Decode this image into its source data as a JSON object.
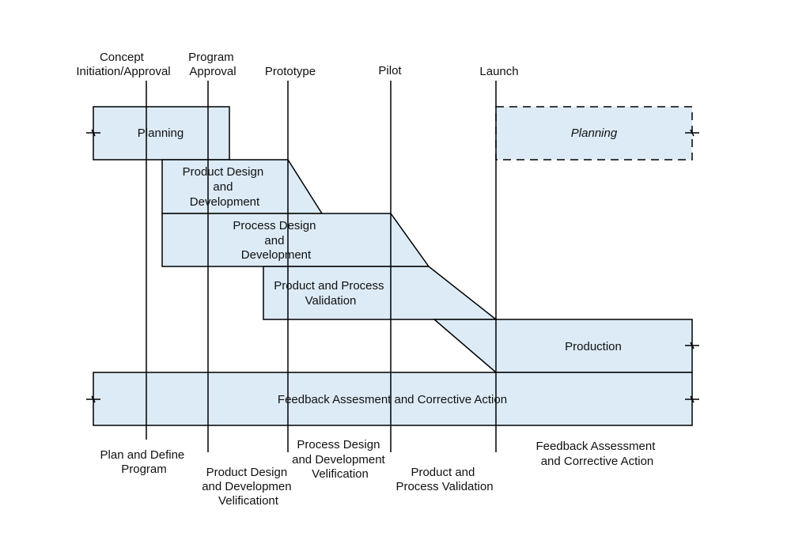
{
  "colors": {
    "fill": "#dcebf6",
    "stroke": "#000000",
    "vline": "#000000"
  },
  "milestones": [
    {
      "id": "concept",
      "lines": [
        "Concept",
        "Initiation/Approval"
      ]
    },
    {
      "id": "program",
      "lines": [
        "Program",
        "Approval"
      ]
    },
    {
      "id": "prototype",
      "lines": [
        "Prototype"
      ]
    },
    {
      "id": "pilot",
      "lines": [
        "Pilot"
      ]
    },
    {
      "id": "launch",
      "lines": [
        "Launch"
      ]
    }
  ],
  "blocks": {
    "planning": {
      "lines": [
        "Planning"
      ]
    },
    "planning_next": {
      "lines": [
        "Planning"
      ]
    },
    "product_design": {
      "lines": [
        "Product Design",
        "and",
        "Development"
      ]
    },
    "process_design": {
      "lines": [
        "Process Design",
        "and",
        "Development"
      ]
    },
    "validation": {
      "lines": [
        "Product and Process",
        "Validation"
      ]
    },
    "production": {
      "lines": [
        "Production"
      ]
    },
    "feedback": {
      "lines": [
        "Feedback Assesment and Corrective Action"
      ]
    }
  },
  "phases": [
    {
      "id": "plan",
      "lines": [
        "Plan and Define",
        "Program"
      ]
    },
    {
      "id": "pdd",
      "lines": [
        "Product Design",
        "and Developmen",
        "Velificationt"
      ]
    },
    {
      "id": "prdd",
      "lines": [
        "Process Design",
        "and Development",
        "Velification"
      ]
    },
    {
      "id": "ppv",
      "lines": [
        "Product and",
        "Process Validation"
      ]
    },
    {
      "id": "fac",
      "lines": [
        "Feedback Assessment",
        "and Corrective Action"
      ]
    }
  ]
}
